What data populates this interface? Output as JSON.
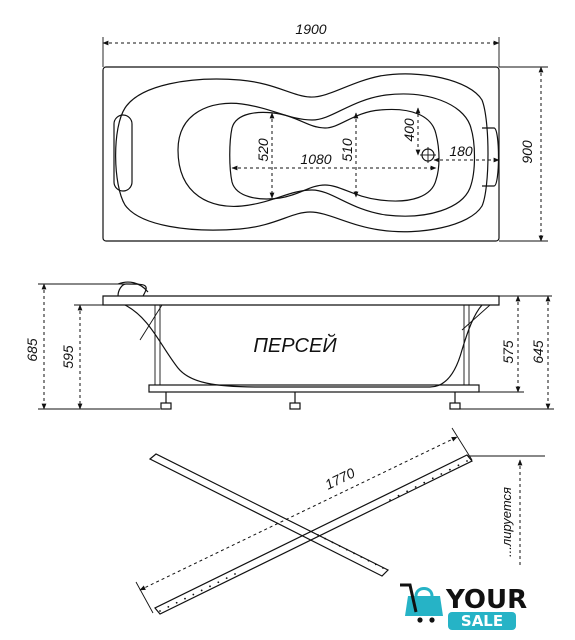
{
  "top_view": {
    "length": "1900",
    "width": "900",
    "inner_length": "1080",
    "inner_width_left": "520",
    "inner_width_right": "510",
    "drain_offset_y": "400",
    "drain_offset_x": "180"
  },
  "side_view": {
    "model_name": "ПЕРСЕЙ",
    "height_total": "685",
    "height_rim": "595",
    "height_frame": "575",
    "height_frame_total": "645"
  },
  "frame_view": {
    "diagonal_length": "1770",
    "note": "...лируется"
  },
  "logo": {
    "word1": "YOUR",
    "word2": "SALE",
    "accent_color": "#26b3c6"
  }
}
